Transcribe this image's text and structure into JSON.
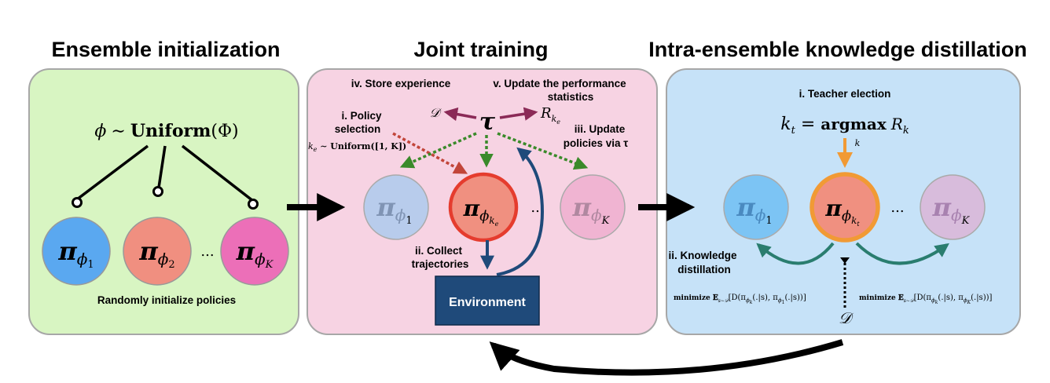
{
  "titles": {
    "init": "Ensemble initialization",
    "joint": "Joint training",
    "distill": "Intra-ensemble knowledge distillation"
  },
  "init_panel": {
    "formula_phi": "ϕ",
    "formula_sim": "∼",
    "formula_uniform": "Uniform",
    "formula_arg": "(Φ)",
    "caption": "Randomly initialize policies",
    "ellipsis": "...",
    "policies": [
      {
        "pi": "π",
        "sub": "ϕ",
        "sub2": "1",
        "color": "#5aa8f0"
      },
      {
        "pi": "π",
        "sub": "ϕ",
        "sub2": "2",
        "color": "#f08f80"
      },
      {
        "pi": "π",
        "sub": "ϕ",
        "sub2": "K",
        "color": "#ec6fb8"
      }
    ]
  },
  "joint_panel": {
    "store": "iv. Store experience",
    "update_perf_1": "v. Update the performance",
    "update_perf_2": "statistics",
    "policy_sel_1": "i. Policy",
    "policy_sel_2": "selection",
    "ke_formula": "k",
    "ke_sub": "e",
    "ke_rest": " ∼ Uniform([1, K])",
    "update_pol_1": "iii. Update",
    "update_pol_2": "policies via τ",
    "collect_1": "ii. Collect",
    "collect_2": "trajectories",
    "tau": "τ",
    "D": "𝒟",
    "R": "R",
    "R_sub": "k",
    "R_sub2": "e",
    "environment": "Environment",
    "ellipsis": "...",
    "pi": "π",
    "phi": "ϕ",
    "sub_1": "1",
    "sub_K": "K",
    "sub_k": "k",
    "sub_e": "e"
  },
  "distill_panel": {
    "teacher": "i. Teacher election",
    "kt": "k",
    "kt_sub": "t",
    "eq": " = ",
    "argmax": "argmax",
    "argmax_sub": "k",
    "Rk": "R",
    "Rk_sub": "k",
    "knowledge_1": "ii. Knowledge",
    "knowledge_2": "distillation",
    "minimize_left": "minimize 𝔼",
    "minimize_left_rest": "[D(π",
    "minimize_left_tail": "(.|s), π",
    "minimize_left_end": "(.|s))]",
    "minimize_right": "minimize 𝔼",
    "D": "𝒟",
    "ellipsis": "...",
    "pi": "π",
    "phi": "ϕ",
    "sub_1": "1",
    "sub_K": "K",
    "sub_k": "k",
    "sub_t": "t",
    "s_sub": "s∼𝒟"
  },
  "colors": {
    "green_panel": "#d8f5c2",
    "pink_panel": "#f7d3e3",
    "blue_panel": "#c6e2f8",
    "teacher": "#f19a35",
    "selected": "#e53c2e",
    "env": "#1f4a7a",
    "maroon": "#8b2a57",
    "green_dot": "#3a8a2a",
    "red_dot": "#c2453a",
    "teal": "#2a7d6f"
  }
}
